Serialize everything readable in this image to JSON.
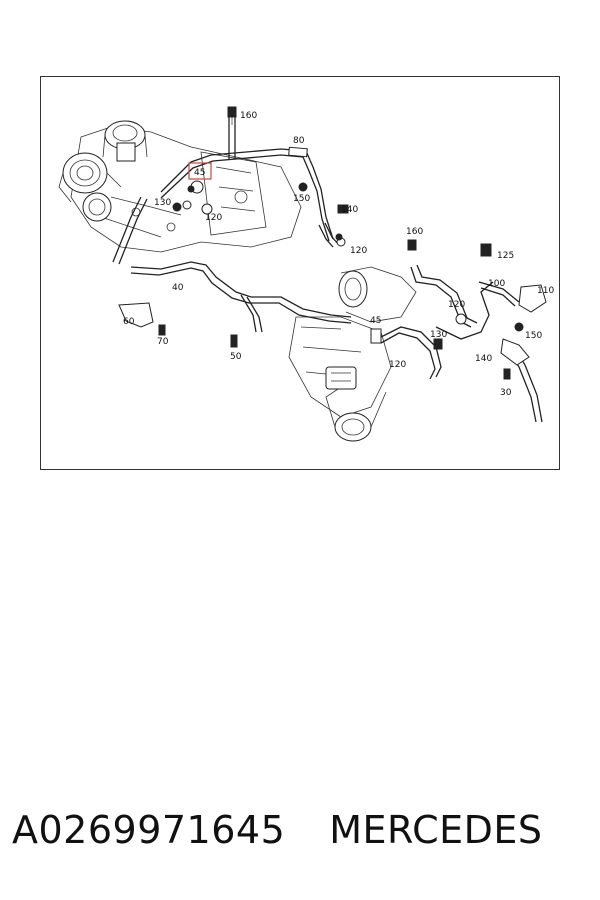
{
  "diagram": {
    "highlight_color": "#d0403f",
    "callouts": [
      {
        "id": "c160a",
        "label": "160"
      },
      {
        "id": "c80",
        "label": "80"
      },
      {
        "id": "c45a",
        "label": "45",
        "highlighted": true
      },
      {
        "id": "c130a",
        "label": "130"
      },
      {
        "id": "c120a",
        "label": "120"
      },
      {
        "id": "c150a",
        "label": "150"
      },
      {
        "id": "c140a",
        "label": "140"
      },
      {
        "id": "c120b",
        "label": "120"
      },
      {
        "id": "c160b",
        "label": "160"
      },
      {
        "id": "c125",
        "label": "125"
      },
      {
        "id": "c100",
        "label": "100"
      },
      {
        "id": "c110",
        "label": "110"
      },
      {
        "id": "c40",
        "label": "40"
      },
      {
        "id": "c120c",
        "label": "120"
      },
      {
        "id": "c60",
        "label": "60"
      },
      {
        "id": "c70",
        "label": "70"
      },
      {
        "id": "c45b",
        "label": "45"
      },
      {
        "id": "c130b",
        "label": "130"
      },
      {
        "id": "c150b",
        "label": "150"
      },
      {
        "id": "c50",
        "label": "50"
      },
      {
        "id": "c120d",
        "label": "120"
      },
      {
        "id": "c140b",
        "label": "140"
      },
      {
        "id": "c30",
        "label": "30"
      }
    ]
  },
  "caption": {
    "part_number": "A0269971645",
    "brand": "MERCEDES"
  }
}
